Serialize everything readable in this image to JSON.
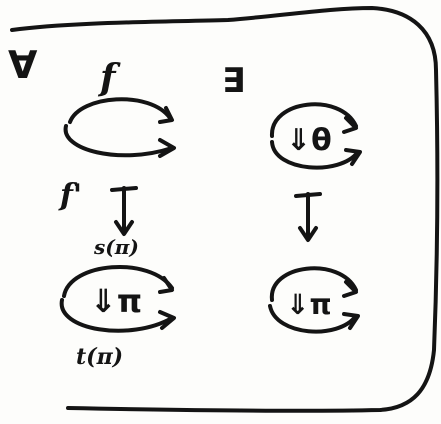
{
  "colors": {
    "paper": "#fdfdfb",
    "ink": "#141414"
  },
  "quantifiers": {
    "forall": "∀",
    "exists": "∃"
  },
  "left_diagram": {
    "top_label": "f",
    "middle_label": "f'",
    "source_label": "s(π)",
    "target_label": "t(π)",
    "inner_symbol": "⇓π"
  },
  "right_diagram": {
    "top_inner_symbol": "⇓θ",
    "bottom_inner_symbol": "⇓π"
  },
  "icons": {
    "arrow": "maps-to-arrow",
    "loop": "circular-2-cell-loop"
  }
}
